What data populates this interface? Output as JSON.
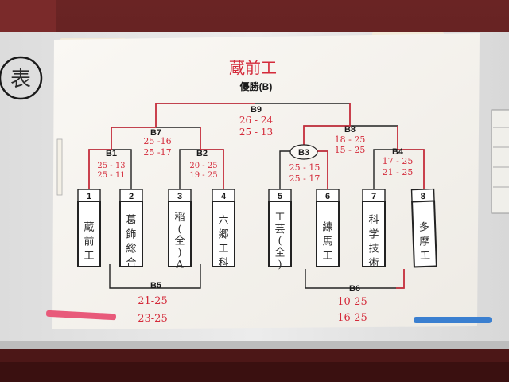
{
  "header": {
    "winner": "蔵前工",
    "title": "優勝(B)"
  },
  "corner_mark": "表",
  "matches": [
    {
      "id": "B1",
      "scores": [
        "25 - 13",
        "25 - 11"
      ]
    },
    {
      "id": "B2",
      "scores": [
        "20 - 25",
        "19 - 25"
      ]
    },
    {
      "id": "B3",
      "scores": [
        "25 - 15",
        "25 - 17"
      ]
    },
    {
      "id": "B4",
      "scores": [
        "17 - 25",
        "21 - 25"
      ]
    },
    {
      "id": "B5",
      "scores": [
        "21-25",
        "23-25"
      ]
    },
    {
      "id": "B6",
      "scores": [
        "10-25",
        "16-25"
      ]
    },
    {
      "id": "B7",
      "scores": [
        "25 -16",
        "25 -17"
      ]
    },
    {
      "id": "B8",
      "scores": [
        "18 - 25",
        "15 - 25"
      ]
    },
    {
      "id": "B9",
      "scores": [
        "26 - 24",
        "25 - 13"
      ]
    }
  ],
  "teams": [
    {
      "seed": "1",
      "name": "蔵前工"
    },
    {
      "seed": "2",
      "name": "葛飾総合"
    },
    {
      "seed": "3",
      "name": "稲(全)A"
    },
    {
      "seed": "4",
      "name": "六郷工科"
    },
    {
      "seed": "5",
      "name": "工芸(全)"
    },
    {
      "seed": "6",
      "name": "練馬工"
    },
    {
      "seed": "7",
      "name": "科学技術"
    },
    {
      "seed": "8",
      "name": "多摩工"
    }
  ],
  "colors": {
    "bracket_win": "#d42a3a",
    "bracket_line": "#222222",
    "paper": "#f6f3ee",
    "marker_pink": "#e85a7a",
    "marker_blue": "#3a7fd0"
  }
}
